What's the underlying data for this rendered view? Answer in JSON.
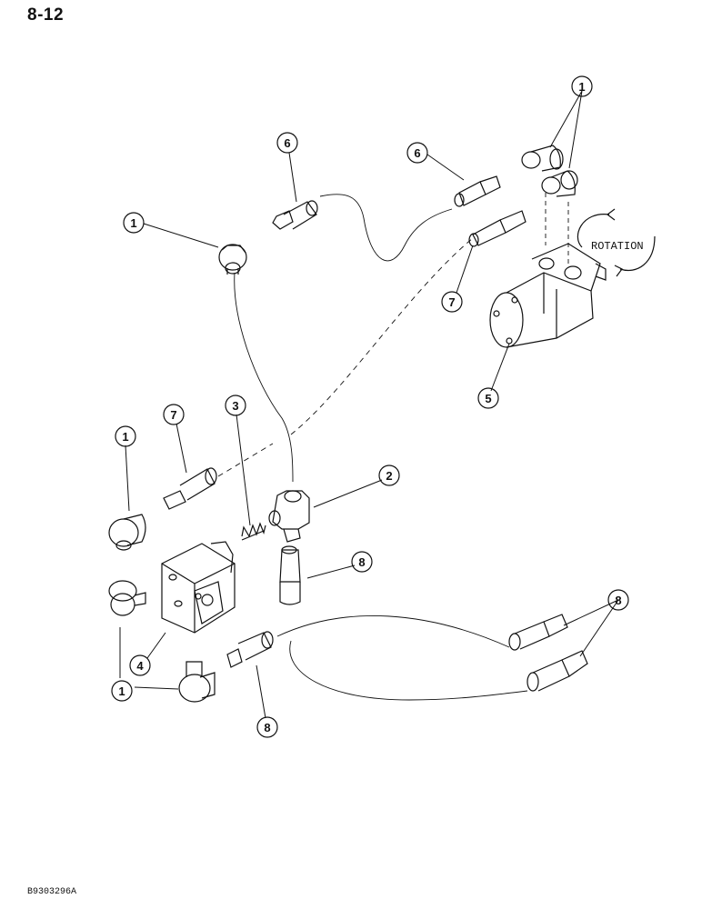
{
  "page": {
    "number": "8-12",
    "figure_code": "B9303296A"
  },
  "labels": {
    "rotation": "ROTATION"
  },
  "callouts": [
    "1",
    "2",
    "3",
    "4",
    "5",
    "6",
    "7",
    "8"
  ],
  "colors": {
    "ink": "#111111",
    "paper": "#ffffff"
  }
}
